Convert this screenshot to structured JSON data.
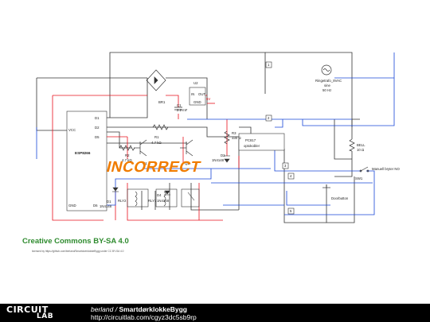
{
  "labels": {
    "esp": "ESP8266",
    "esp_pins": [
      "VCC",
      "GND",
      "D1",
      "D2",
      "D5",
      "D6"
    ],
    "u2": "U2",
    "u2_in": "IN",
    "u2_out": "OUT",
    "u2_gnd": "GND",
    "u2_5v": "5V",
    "br1": "BR1",
    "c1": "C1",
    "c1_val": "2.2 mF",
    "r1": "R1",
    "r1_val": "4.7 kΩ",
    "r2": "R2",
    "r2_val": "4.7 kΩ",
    "r3": "R3",
    "r3_val": "330 Ω",
    "q1": "Q1",
    "q2": "Q2",
    "d1": "D1",
    "d1_val": "1N4148",
    "d2": "D2",
    "d2_val": "1N4148",
    "d4": "D4",
    "d4_val": "1N4148",
    "rly1": "RLY1",
    "rly2": "RLY2",
    "pc817": "PC817",
    "pc817_sub": "optokobler",
    "ringetrafo": "Ringetrafo_8VAC",
    "ringetrafo_sub": "sine",
    "ringetrafo_freq": "50 Hz",
    "bell": "BELL",
    "bell_val": "10 Ω",
    "sw1": "SW1",
    "sw_manual": "Manuell bryter NO",
    "doorbutton": "Doorbutton",
    "nodes": [
      "1",
      "2",
      "3",
      "4",
      "5"
    ]
  },
  "watermark": "INCORRECT",
  "license": "Creative Commons BY-SA 4.0",
  "license_sub": "licensed by https://github.com/berland/SmartdoerklokkeBygg under CC BY-SA 4.0",
  "footer": {
    "logo_top": "CIRCUIT",
    "logo_bottom": "LAB",
    "author": "berland",
    "separator": " / ",
    "title": "SmartdørklokkeBygg",
    "url": "http://circuitlab.com/cgyz3dc5sb9rp"
  },
  "colors": {
    "red_wire": "#e8101c",
    "blue_wire": "#1746d8",
    "black_wire": "#333333",
    "watermark": "#f07c00",
    "license": "#2e8b2e"
  }
}
